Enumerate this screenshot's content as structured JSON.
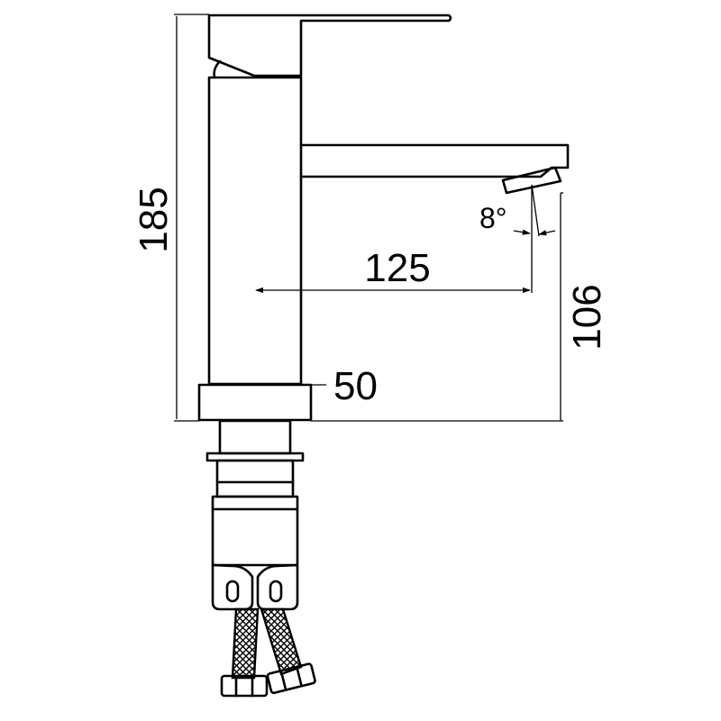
{
  "dimensions": {
    "total_height": "185",
    "spout_reach": "125",
    "spout_height": "106",
    "base_diameter": "50",
    "spout_angle": "8°"
  }
}
